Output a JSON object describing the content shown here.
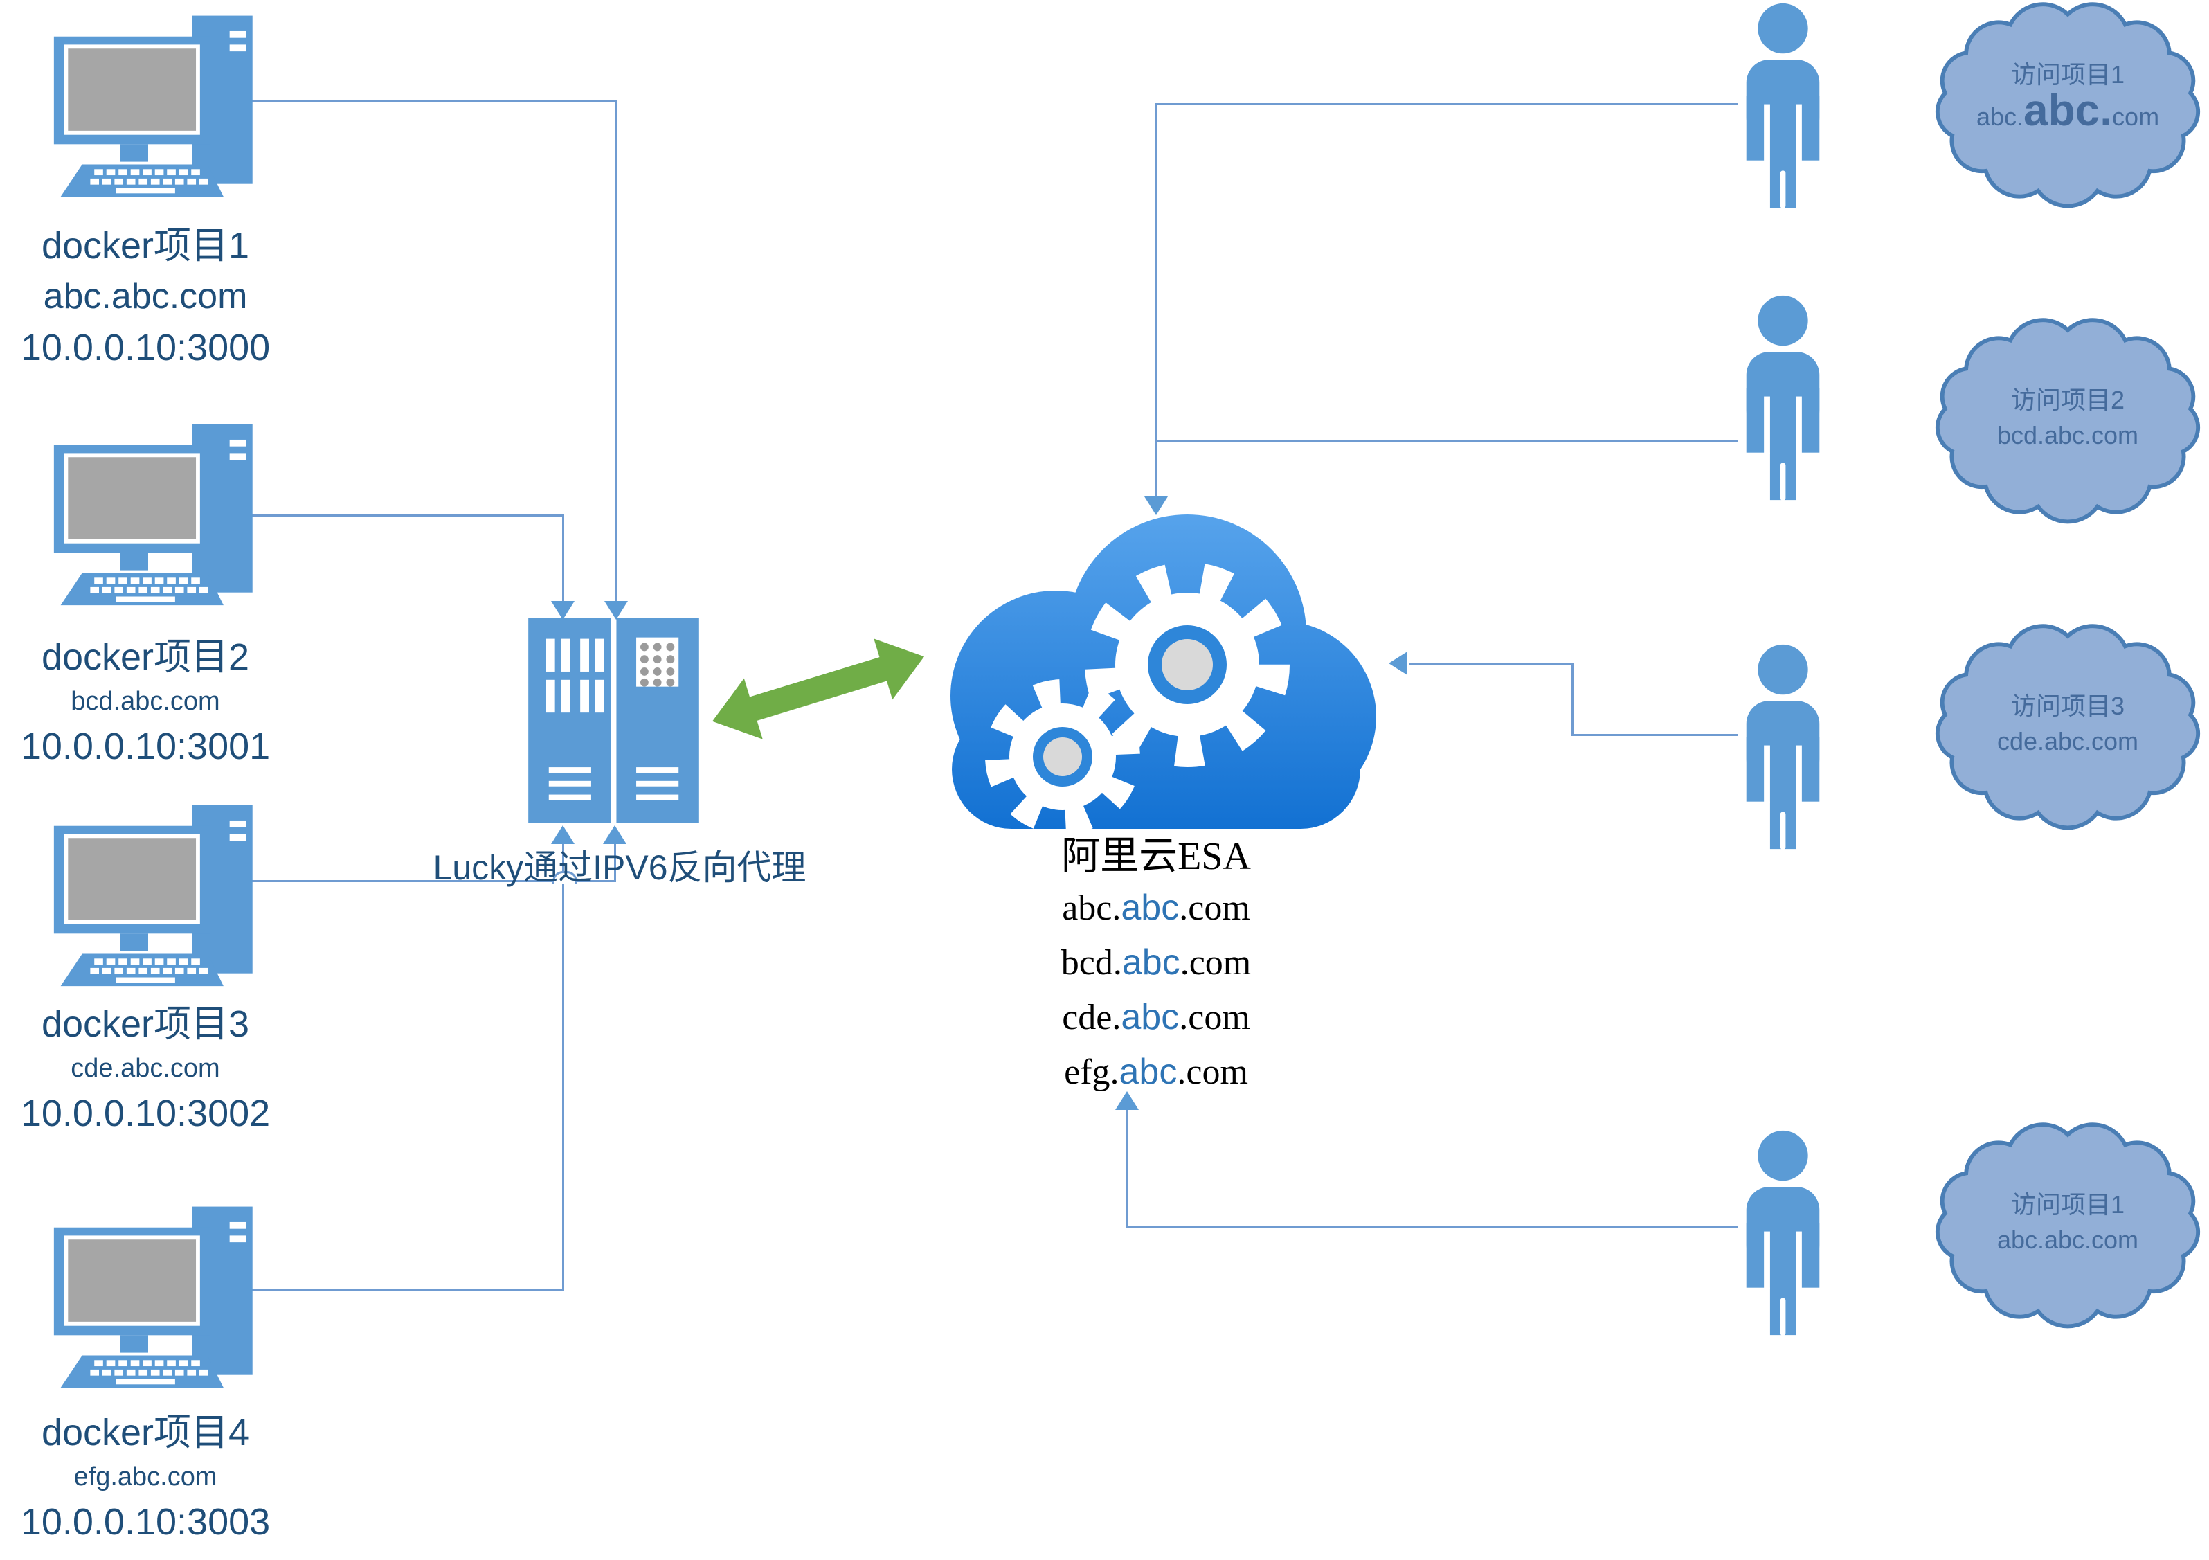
{
  "diagram": {
    "docker_nodes": [
      {
        "title": "docker项目1",
        "domain": "abc.abc.com",
        "address": "10.0.0.10:3000"
      },
      {
        "title": "docker项目2",
        "domain": "bcd.abc.com",
        "address": "10.0.0.10:3001"
      },
      {
        "title": "docker项目3",
        "domain": "cde.abc.com",
        "address": "10.0.0.10:3002"
      },
      {
        "title": "docker项目4",
        "domain": "efg.abc.com",
        "address": "10.0.0.10:3003"
      }
    ],
    "proxy_label": {
      "p1": "Lucky",
      "p2": "通过",
      "p3": "IPV6",
      "p4": "反向代理"
    },
    "esa": {
      "title": "阿里云ESA",
      "domains": [
        {
          "prefix": "abc.",
          "mid": "abc",
          "suffix": ".com"
        },
        {
          "prefix": "bcd.",
          "mid": "abc",
          "suffix": ".com"
        },
        {
          "prefix": "cde.",
          "mid": "abc",
          "suffix": ".com"
        },
        {
          "prefix": "efg.",
          "mid": "abc",
          "suffix": ".com"
        }
      ]
    },
    "visitor_clouds": [
      {
        "line1": "访问项目1",
        "pre": "abc.",
        "mid": "abc.",
        "suf": "com"
      },
      {
        "line1": "访问项目2",
        "domain": "bcd.abc.com"
      },
      {
        "line1": "访问项目3",
        "domain": "cde.abc.com"
      },
      {
        "line1": "访问项目1",
        "domain": "abc.abc.com"
      }
    ],
    "colors": {
      "icon_blue": "#5B9BD5",
      "line_blue": "#6F9BD1",
      "green_arrow": "#70AD47",
      "label_dark_blue": "#1F4E79",
      "esa_mid_blue": "#2E74B5",
      "visitor_cloud_fill": "#92AFD7",
      "visitor_cloud_border": "#4A7EB5",
      "visitor_cloud_text": "#456B9C",
      "esa_gradient_top": "#58A4EC",
      "esa_gradient_bottom": "#1170D2",
      "screen_gray": "#A6A6A6"
    }
  }
}
